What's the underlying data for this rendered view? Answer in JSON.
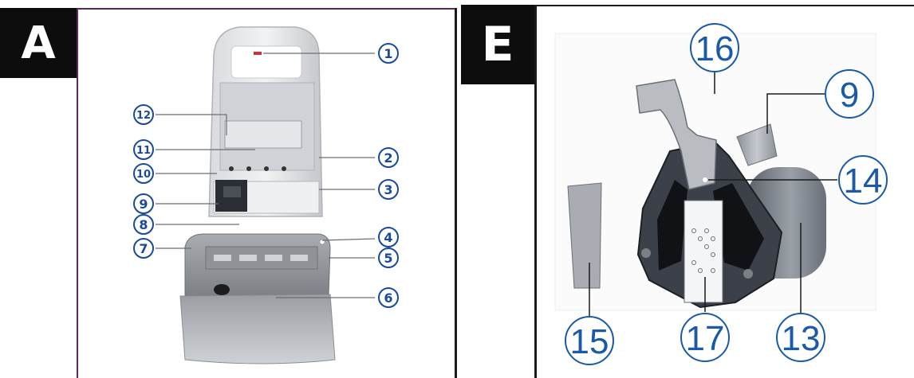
{
  "panels": [
    {
      "badge": "A",
      "callouts": [
        "1",
        "2",
        "3",
        "4",
        "5",
        "6",
        "7",
        "8",
        "9",
        "10",
        "11",
        "12"
      ]
    },
    {
      "badge": "E",
      "callouts": [
        "9",
        "13",
        "14",
        "15",
        "16",
        "17"
      ]
    }
  ],
  "colors": {
    "badge_bg": "#0d0d0d",
    "badge_text": "#ffffff",
    "callout_blue": "#1a5aa8",
    "frame_purple": "#5a2a5a"
  }
}
